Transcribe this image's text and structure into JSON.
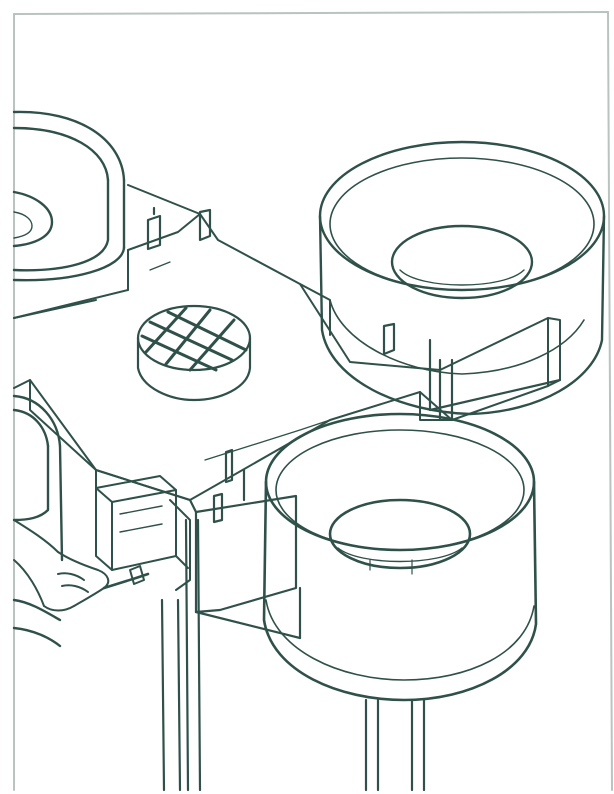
{
  "illustration": {
    "subject": "",
    "palette": {
      "paper": "#ffffff",
      "ink": "#2f5149",
      "ink_light": "#6e8a83",
      "page_edge": "#b9c3c0"
    },
    "elements": [
      "duct-hub",
      "round-duct-connector",
      "round-grille",
      "damper-actuator",
      "support-hanger",
      "hand"
    ]
  }
}
